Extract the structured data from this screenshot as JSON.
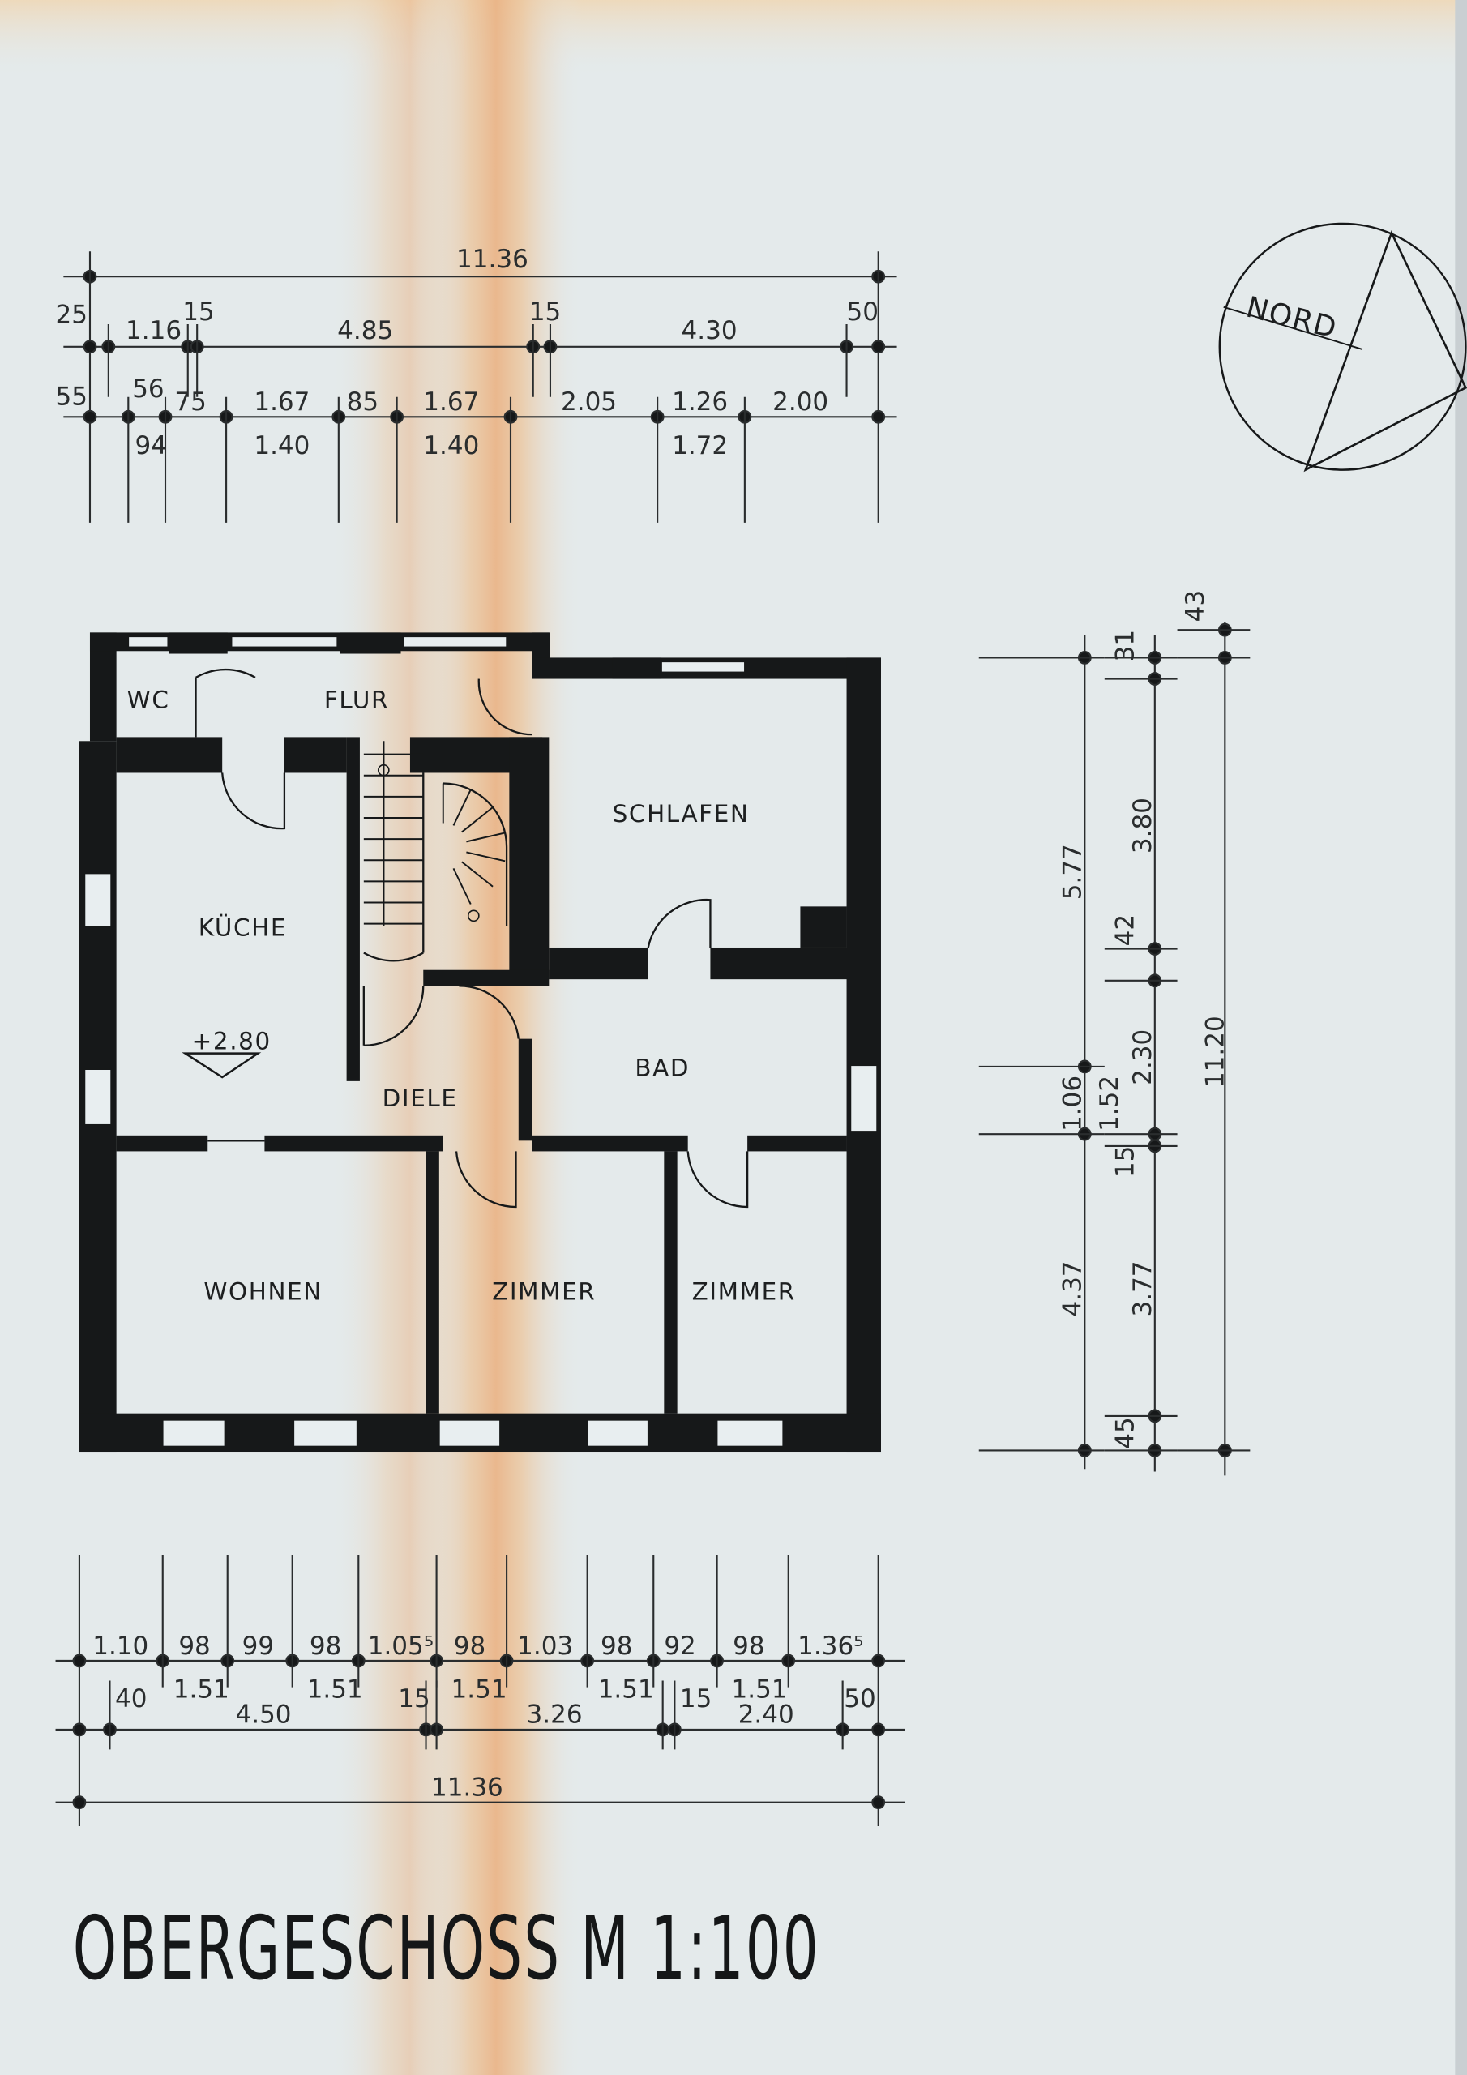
{
  "title": "OBERGESCHOSS  M 1:100",
  "compass_label": "NORD",
  "rooms": {
    "wc": "WC",
    "flur": "FLUR",
    "schlafen": "SCHLAFEN",
    "kueche": "KÜCHE",
    "level": "+2.80",
    "diele": "DIELE",
    "bad": "BAD",
    "wohnen": "WOHNEN",
    "zimmer1": "ZIMMER",
    "zimmer2": "ZIMMER"
  },
  "top_dims": {
    "overall": "11.36",
    "row2": [
      "25",
      "1.16",
      "15",
      "4.85",
      "15",
      "4.30",
      "50"
    ],
    "row3_upper": [
      "55",
      "56",
      "75",
      "1.67",
      "85",
      "1.67",
      "2.05",
      "1.26",
      "2.00"
    ],
    "row3_lower": [
      "94",
      "1.40",
      "1.40",
      "1.72"
    ]
  },
  "bottom_dims": {
    "row1_upper": [
      "1.10",
      "98",
      "99",
      "98",
      "1.05⁵",
      "98",
      "1.03",
      "98",
      "92",
      "98",
      "1.36⁵"
    ],
    "row1_lower": [
      "1.51",
      "1.51",
      "1.51",
      "1.51",
      "1.51"
    ],
    "row2": [
      "40",
      "4.50",
      "15",
      "3.26",
      "15",
      "2.40",
      "50"
    ],
    "overall": "11.36"
  },
  "right_dims": {
    "col1": [
      "5.77",
      "1.06",
      "4.37"
    ],
    "col2": [
      "31",
      "3.80",
      "42",
      "1.52",
      "2.30",
      "15",
      "3.77",
      "45"
    ],
    "col3": [
      "43",
      "11.20"
    ]
  },
  "colors": {
    "paper": "#e4eaeb",
    "ink": "#161819",
    "stain": "#e9b98a"
  }
}
